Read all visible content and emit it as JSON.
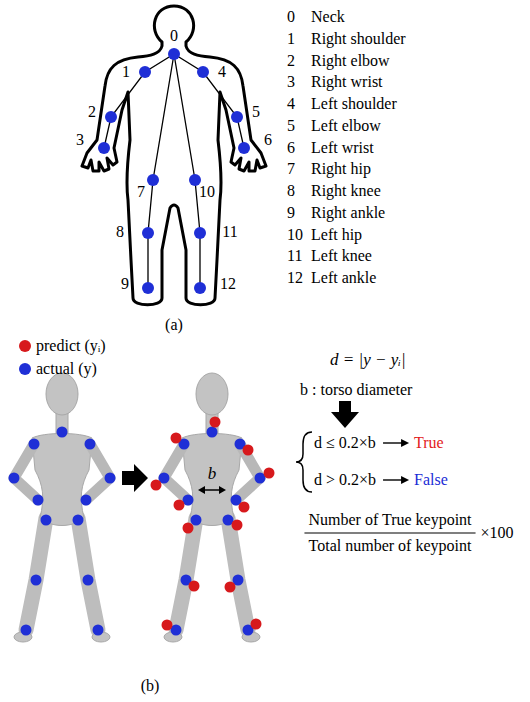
{
  "diagram": {
    "labels": [
      "0",
      "1",
      "2",
      "3",
      "4",
      "5",
      "6",
      "7",
      "8",
      "9",
      "10",
      "11",
      "12",
      "0",
      "Neck",
      "1",
      "Right shoulder",
      "2",
      "Right elbow",
      "3",
      "Right wrist",
      "4",
      "Left shoulder",
      "5",
      "Left elbow",
      "6",
      "Left wrist",
      "7",
      "Right hip",
      "8",
      "Right knee",
      "9",
      "Right ankle",
      "10",
      "Left hip",
      "11",
      "Left knee",
      "12",
      "Left ankle",
      "(a)",
      "d = |y − yᵢ|",
      "b : torso diameter",
      "d ≤ 0.2×b",
      "True",
      "d > 0.2×b",
      "False",
      "Number of True keypoint",
      "Total number of keypoint",
      "×100",
      "b",
      "(b)"
    ],
    "legend": [
      {
        "text": "predict (yᵢ)",
        "color": "#d7191c"
      },
      {
        "text": "actual (y)",
        "color": "#1f2fd6"
      }
    ]
  }
}
